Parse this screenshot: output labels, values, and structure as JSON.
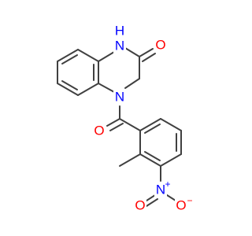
{
  "molecule": {
    "atoms": {
      "nh": {
        "text": "N",
        "h_text": "H",
        "color": "#0000ff"
      },
      "n_ring": {
        "text": "N",
        "color": "#0000ff"
      },
      "o_lactam": {
        "text": "O",
        "color": "#ff0000"
      },
      "o_amide": {
        "text": "O",
        "color": "#ff0000"
      },
      "n_nitro": {
        "text": "N",
        "charge": "+",
        "color": "#0000ff"
      },
      "o_nitro_top": {
        "text": "O",
        "color": "#ff0000"
      },
      "o_nitro_right": {
        "text": "O",
        "charge": "−",
        "color": "#ff0000"
      }
    },
    "bond_color": "#404040"
  }
}
